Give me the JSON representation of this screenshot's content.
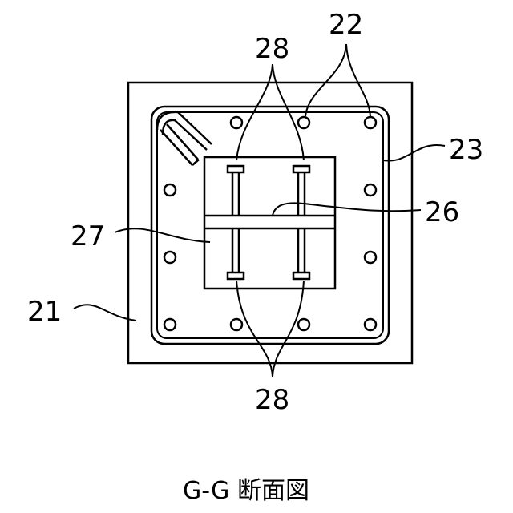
{
  "labels": {
    "top_left_28": "28",
    "top_right_22": "22",
    "right_23": "23",
    "right_26": "26",
    "left_27": "27",
    "left_21": "21",
    "bottom_28": "28"
  },
  "caption": "G-G 断面図"
}
